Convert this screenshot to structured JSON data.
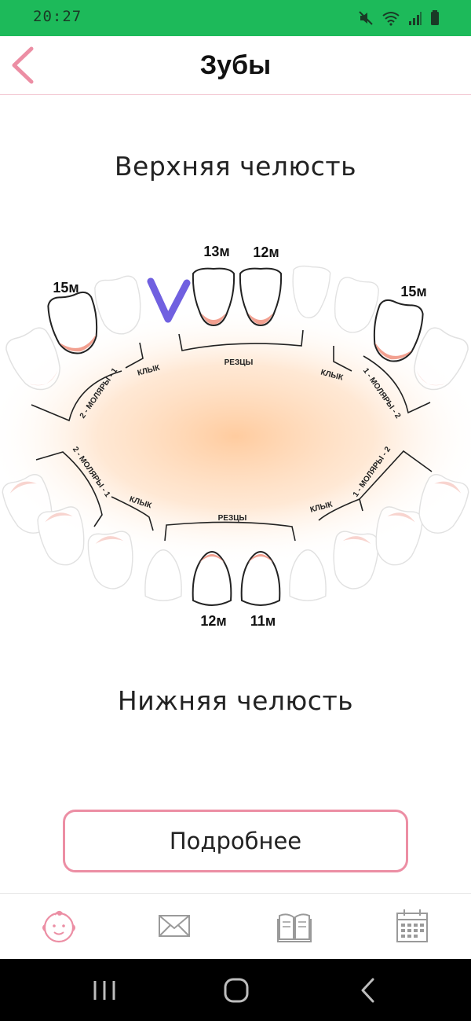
{
  "status_bar": {
    "time": "20:27",
    "icons": [
      "mute-icon",
      "wifi-icon",
      "signal-icon",
      "battery-icon"
    ]
  },
  "header": {
    "title": "Зубы",
    "back_icon": "chevron-left-icon"
  },
  "upper_jaw": {
    "title": "Верхняя челюсть",
    "labels": {
      "incisors": "РЕЗЦЫ",
      "canine_left": "КЛЫК",
      "canine_right": "КЛЫК",
      "molars_left": "2 - МОЛЯРЫ - 1",
      "molars_right": "1 - МОЛЯРЫ - 2"
    },
    "ages": {
      "left_molar": "15м",
      "central_left": "13м",
      "central_right": "12м",
      "right_molar": "15м"
    }
  },
  "lower_jaw": {
    "title": "Нижняя челюсть",
    "labels": {
      "incisors": "РЕЗЦЫ",
      "canine_left": "КЛЫК",
      "canine_right": "КЛЫК",
      "molars_left": "2 - МОЛЯРЫ - 1",
      "molars_right": "1 - МОЛЯРЫ - 2"
    },
    "ages": {
      "central_left": "12м",
      "central_right": "11м"
    }
  },
  "more_button": {
    "label": "Подробнее"
  },
  "tabbar": {
    "items": [
      {
        "icon": "baby-face-icon",
        "active": true
      },
      {
        "icon": "envelope-icon",
        "active": false
      },
      {
        "icon": "book-icon",
        "active": false
      },
      {
        "icon": "calendar-icon",
        "active": false
      }
    ]
  },
  "nav": [
    "recent-apps-icon",
    "home-icon",
    "back-icon"
  ],
  "colors": {
    "status_bar": "#1dba5a",
    "accent_pink": "#ec8ea4",
    "gum": "#f2a090",
    "marker": "#7060e0",
    "glow": "#ffc99a"
  }
}
